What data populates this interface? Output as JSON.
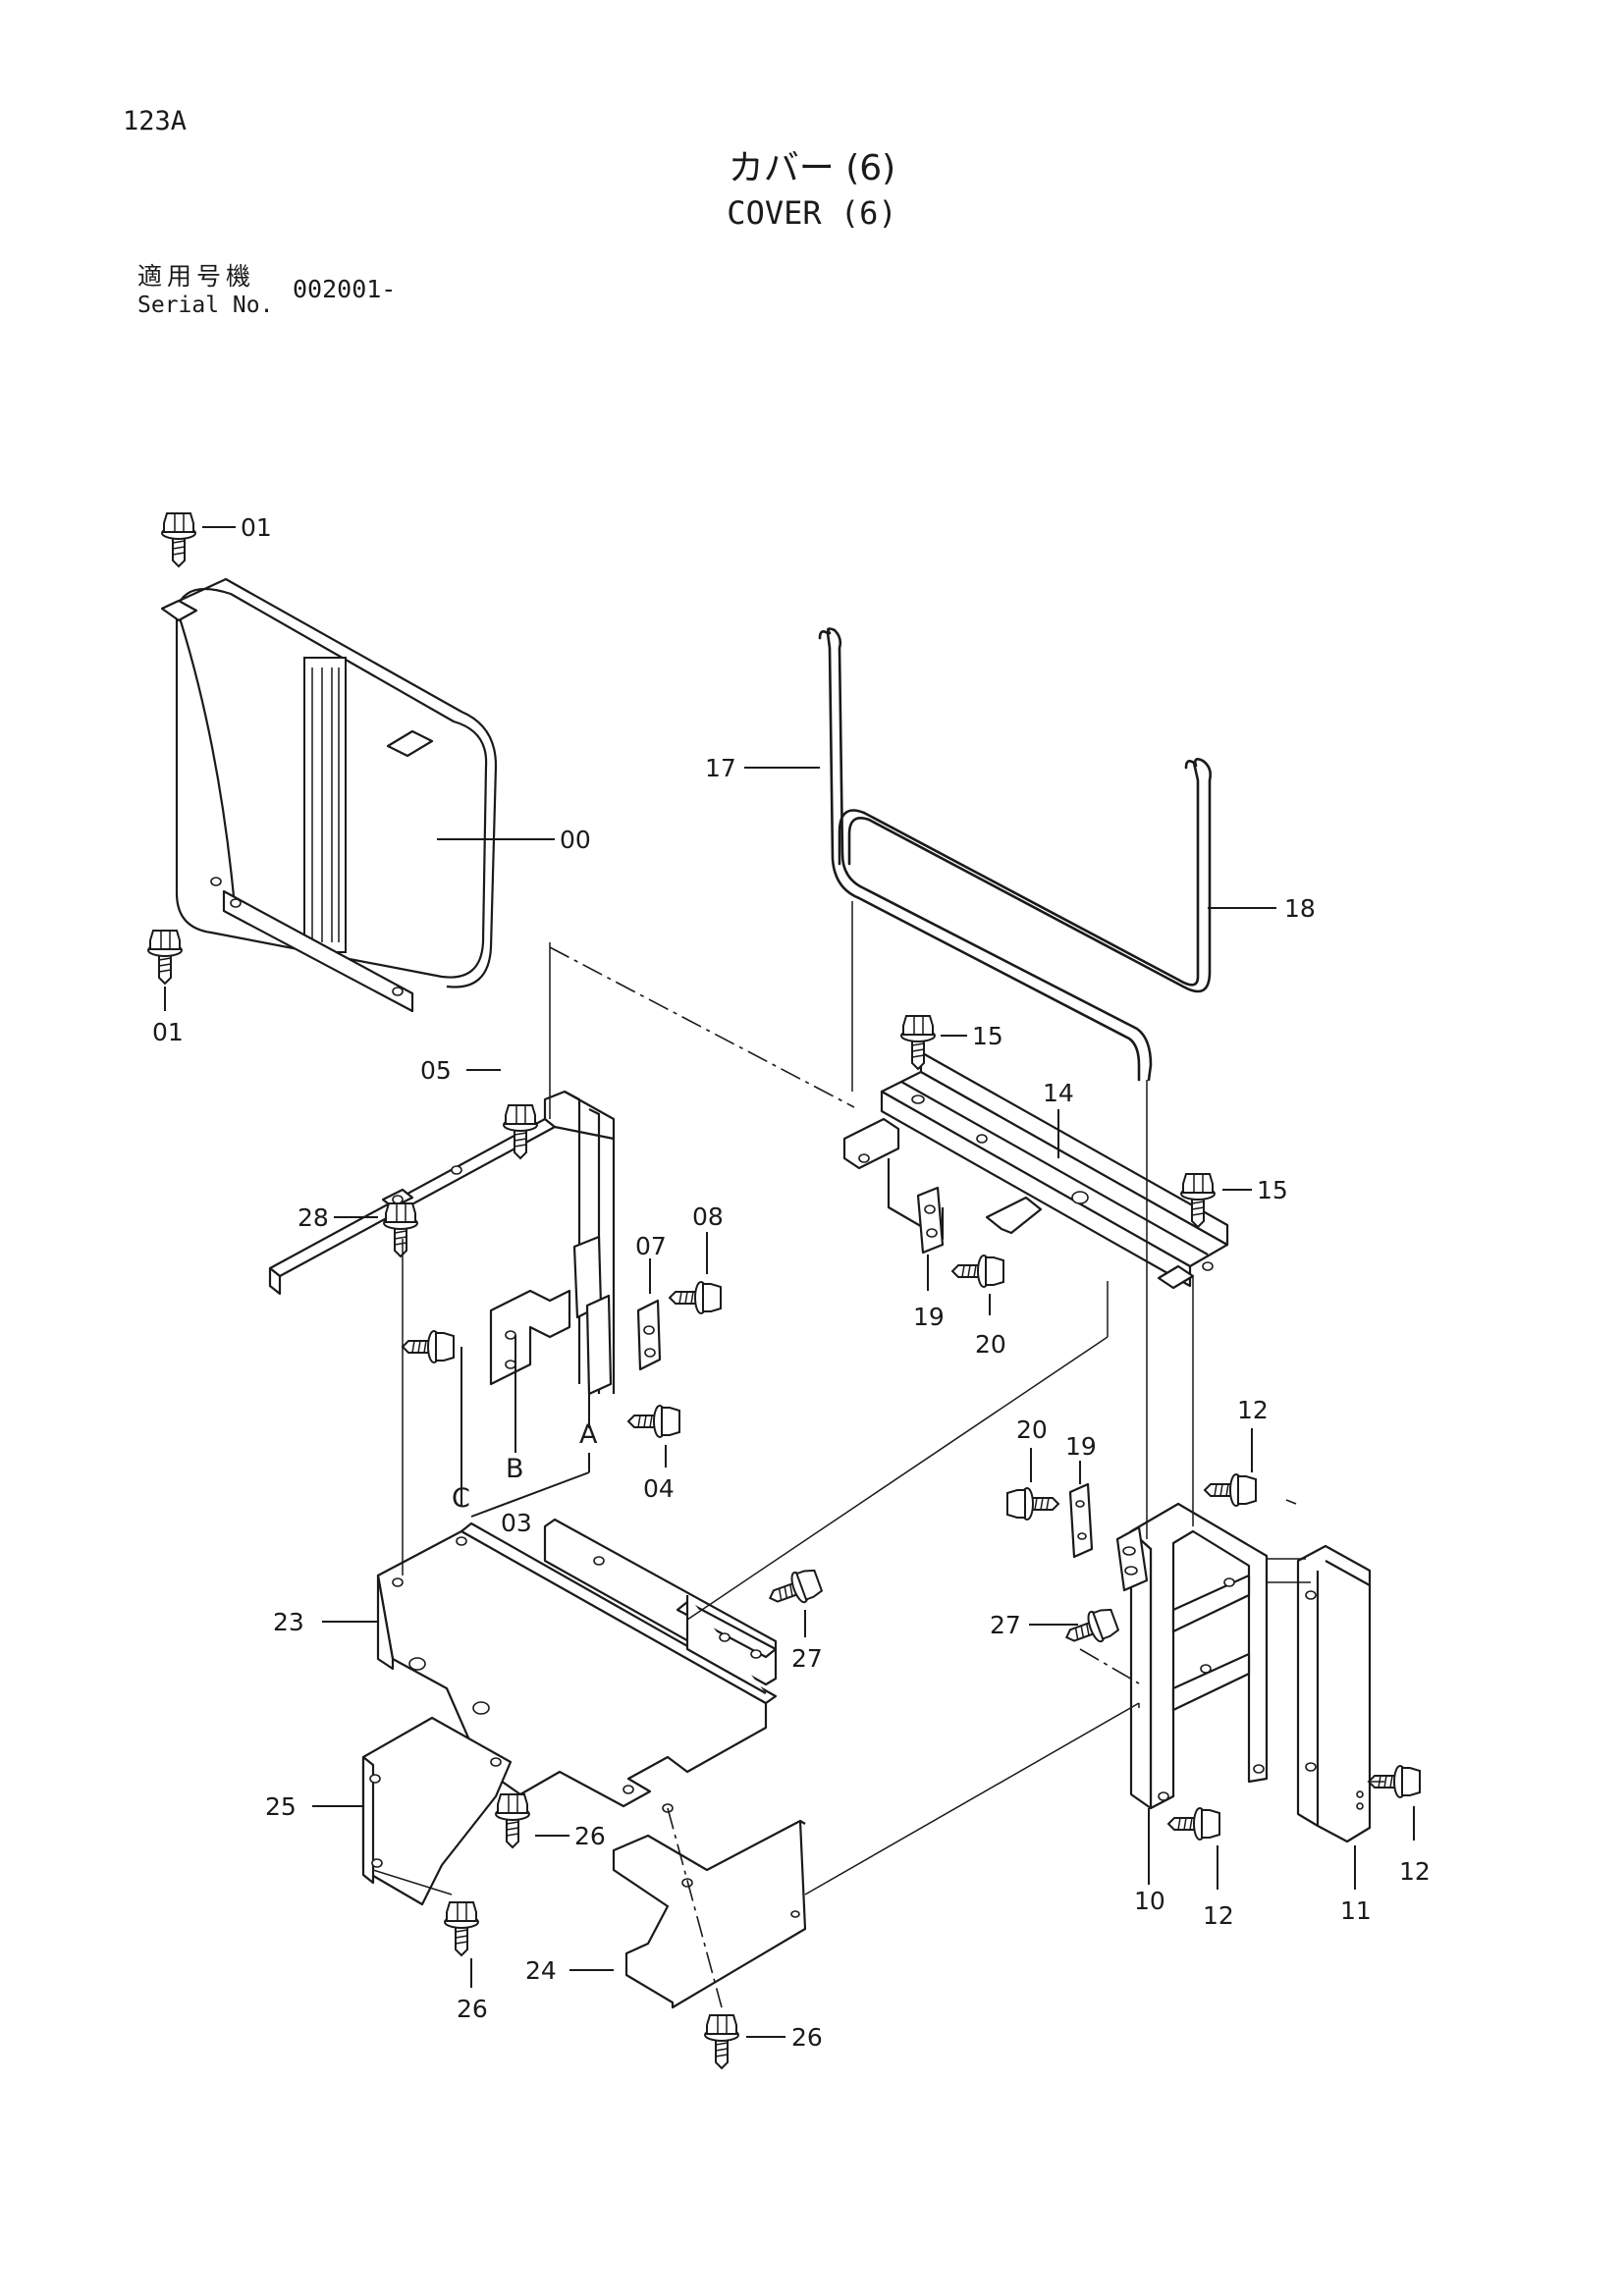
{
  "page_code": "123A",
  "title_jp": "カバー (6)",
  "title_en": "COVER (6)",
  "serial": {
    "label_jp": "適用号機",
    "label_en": "Serial No.",
    "value": "002001-"
  },
  "callouts": {
    "p00": "00",
    "p01a": "01",
    "p01b": "01",
    "p03": "03",
    "p04": "04",
    "p05": "05",
    "p07": "07",
    "p08": "08",
    "p10": "10",
    "p11": "11",
    "p12a": "12",
    "p12b": "12",
    "p12c": "12",
    "p14": "14",
    "p15a": "15",
    "p15b": "15",
    "p17": "17",
    "p18": "18",
    "p19a": "19",
    "p19b": "19",
    "p20a": "20",
    "p20b": "20",
    "p23": "23",
    "p24": "24",
    "p25": "25",
    "p26a": "26",
    "p26b": "26",
    "p26c": "26",
    "p27a": "27",
    "p27b": "27",
    "p28": "28"
  },
  "letters": {
    "a": "A",
    "b": "B",
    "c": "C"
  }
}
